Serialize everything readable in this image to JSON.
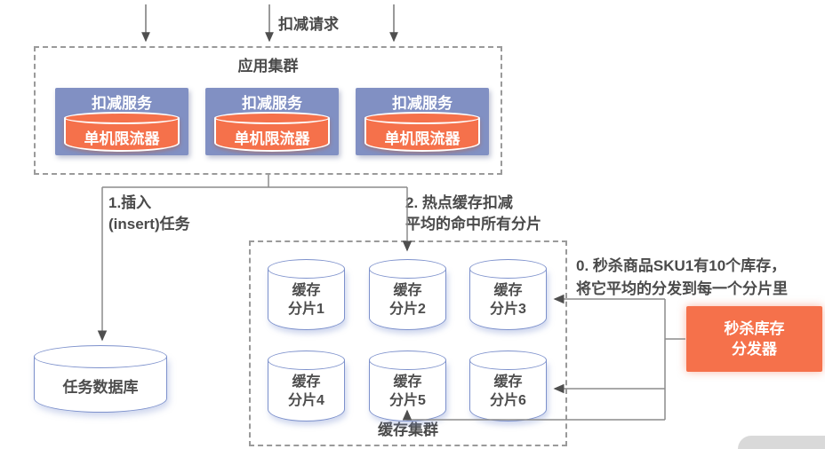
{
  "request_label": "扣减请求",
  "app_cluster": {
    "title": "应用集群",
    "services": [
      {
        "label": "扣减服务",
        "limiter": "单机限流器"
      },
      {
        "label": "扣减服务",
        "limiter": "单机限流器"
      },
      {
        "label": "扣减服务",
        "limiter": "单机限流器"
      }
    ]
  },
  "edge_labels": {
    "insert": {
      "line1": "1.插入",
      "line2": "(insert)任务"
    },
    "hot_deduct": {
      "line1": "2. 热点缓存扣减",
      "line2": "平均的命中所有分片"
    }
  },
  "task_db": {
    "label": "任务数据库"
  },
  "cache_cluster": {
    "title": "缓存集群",
    "shards": [
      {
        "line1": "缓存",
        "line2": "分片1"
      },
      {
        "line1": "缓存",
        "line2": "分片2"
      },
      {
        "line1": "缓存",
        "line2": "分片3"
      },
      {
        "line1": "缓存",
        "line2": "分片4"
      },
      {
        "line1": "缓存",
        "line2": "分片5"
      },
      {
        "line1": "缓存",
        "line2": "分片6"
      }
    ]
  },
  "distributor": {
    "note": {
      "line1": "0. 秒杀商品SKU1有10个库存，",
      "line2": "将它平均的分发到每一个分片里"
    },
    "box": {
      "line1": "秒杀库存",
      "line2": "分发器"
    }
  },
  "colors": {
    "service_blue": "#8190c3",
    "accent_orange": "#f5714b",
    "cylinder_border_blue": "#7d91cc",
    "dashed_border_gray": "#9a9a9a",
    "line_gray": "#8c8c8c",
    "arrowhead_gray": "#4f4f4f",
    "text_gray": "#4a4a4a",
    "corner_gray": "#d9d9d9"
  }
}
